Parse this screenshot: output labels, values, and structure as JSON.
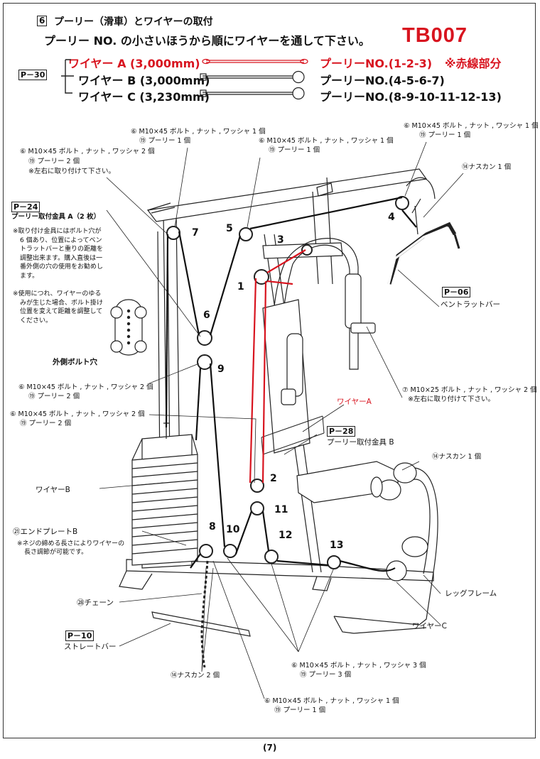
{
  "header": {
    "step_num": "6",
    "step_title": "プーリー（滑車）とワイヤーの取付",
    "instruction": "プーリー NO. の小さいほうから順にワイヤーを通して下さい。",
    "model": "TB007",
    "part_ref": "P－30",
    "red_note": "※赤線部分",
    "wires": [
      {
        "label": "ワイヤー A (3,000mm)",
        "route": "プーリーNO.(1-2-3)"
      },
      {
        "label": "ワイヤー B (3,000mm)",
        "route": "プーリーNO.(4-5-6-7)"
      },
      {
        "label": "ワイヤー C (3,230mm)",
        "route": "プーリーNO.(8-9-10-11-12-13)"
      }
    ]
  },
  "callouts": {
    "c1a": "⑥ M10×45 ボルト , ナット , ワッシャ 1 個",
    "c1b": "⑲ プーリー 1 個",
    "c2a": "⑥ M10×45 ボルト , ナット , ワッシャ 1 個",
    "c2b": "⑲ プーリー 1 個",
    "c3a": "⑥ M10×45 ボルト , ナット , ワッシャ 1 個",
    "c3b": "⑲ プーリー 1 個",
    "c4a": "⑥ M10×45 ボルト , ナット , ワッシャ 2 個",
    "c4b": "⑲ プーリー 2 個",
    "c4c": "※左右に取り付けて下さい。",
    "nascan1": "⑭ナスカン 1 個",
    "p24": "P－24",
    "p24_title": "プーリー取付金具 A（2 枚）",
    "p24_note1": [
      "※取り付け金具にはボルト穴が",
      "6 個あり、位置によってベン",
      "トラットバーと重りの距離を",
      "調整出来ます。購入直後は一",
      "番外側の穴の使用をお勧めし",
      "ます。"
    ],
    "p24_note2": [
      "※使用につれ、ワイヤーのゆる",
      "みが生じた場合、ボルト掛け",
      "位置を変えて距離を調整して",
      "ください。"
    ],
    "outer_hole": "外側ボルト穴",
    "p06": "P－06",
    "p06_name": "ベントラットバー",
    "c5a": "⑥ M10×45 ボルト , ナット , ワッシャ 2 個",
    "c5b": "⑲ プーリー 2 個",
    "c6a": "⑥ M10×45 ボルト , ナット , ワッシャ 2 個",
    "c6b": "⑲ プーリー 2 個",
    "c7a": "⑦ M10×25 ボルト , ナット , ワッシャ 2 個",
    "c7b": "※左右に取り付けて下さい。",
    "wire_a": "ワイヤーA",
    "p28": "P－28",
    "p28_name": "プーリー取付金具 B",
    "nascan2": "⑭ナスカン 1 個",
    "wire_b": "ワイヤーB",
    "endplate": "㉑エンドプレートB",
    "endplate_note": [
      "※ネジの締める長さによりワイヤーの",
      "長さ調節が可能です。"
    ],
    "chain": "㉘チェーン",
    "legframe": "レッグフレーム",
    "p10": "P－10",
    "p10_name": "ストレートバー",
    "wire_c": "ワイヤーC",
    "c8a": "⑥ M10×45 ボルト , ナット , ワッシャ 3 個",
    "c8b": "⑲ プーリー 3 個",
    "nascan3": "⑭ナスカン 2 個",
    "c9a": "⑥ M10×45 ボルト , ナット , ワッシャ 1 個",
    "c9b": "⑲ プーリー 1 個"
  },
  "pulley_numbers": [
    "1",
    "2",
    "3",
    "4",
    "5",
    "6",
    "7",
    "8",
    "9",
    "10",
    "11",
    "12",
    "13"
  ],
  "page_number": "(7)"
}
